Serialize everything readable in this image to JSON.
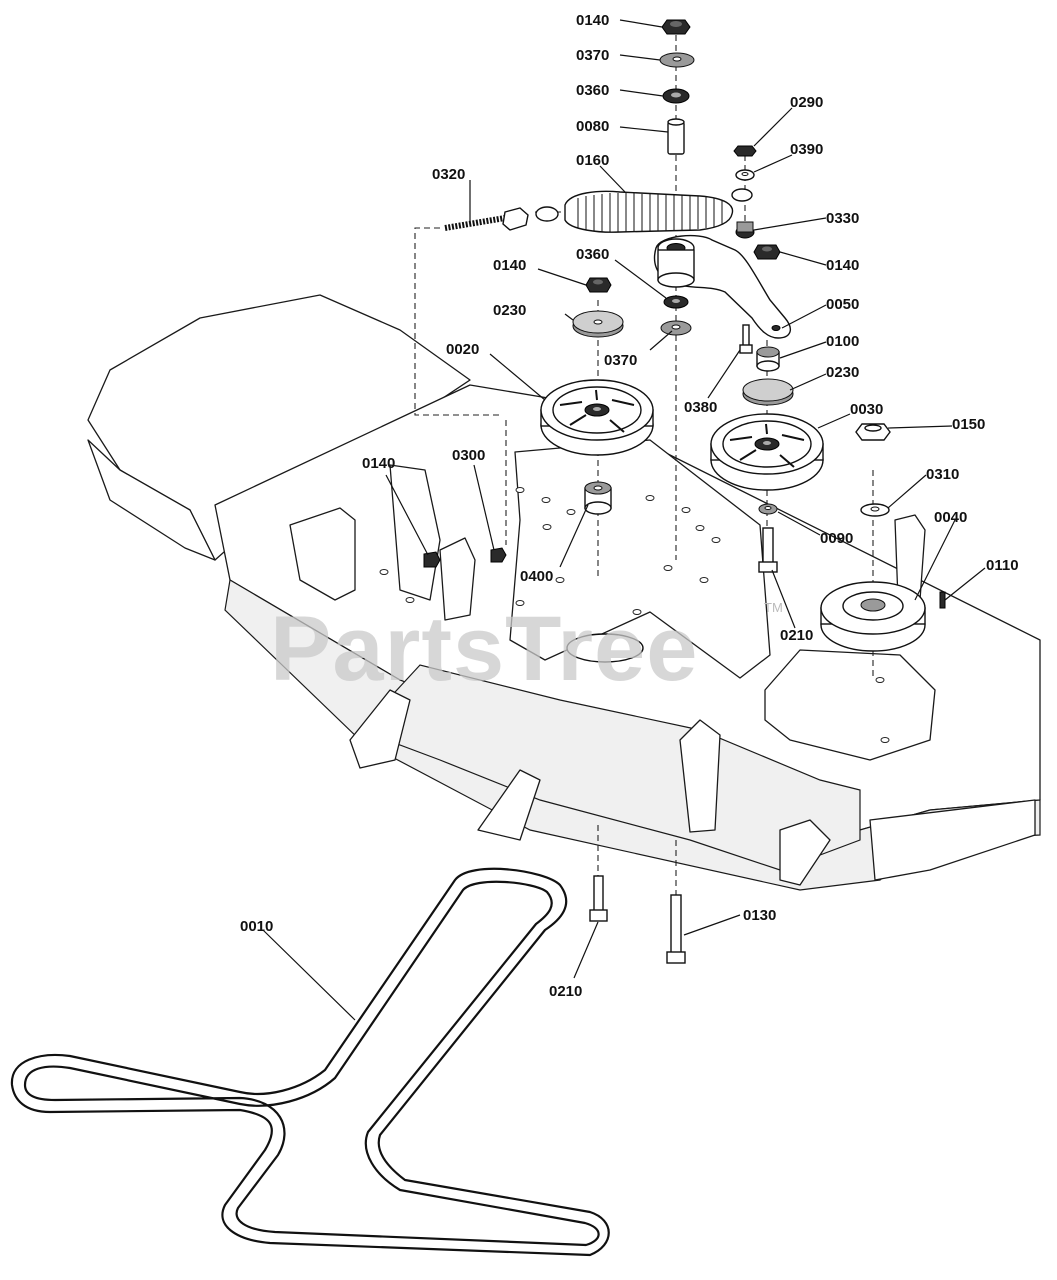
{
  "watermark": {
    "text": "PartsTree",
    "trademark": "TM"
  },
  "callouts": [
    {
      "id": "c1",
      "label": "0140"
    },
    {
      "id": "c2",
      "label": "0370"
    },
    {
      "id": "c3",
      "label": "0360"
    },
    {
      "id": "c4",
      "label": "0080"
    },
    {
      "id": "c5",
      "label": "0290"
    },
    {
      "id": "c6",
      "label": "0390"
    },
    {
      "id": "c7",
      "label": "0160"
    },
    {
      "id": "c8",
      "label": "0320"
    },
    {
      "id": "c9",
      "label": "0330"
    },
    {
      "id": "c10",
      "label": "0360"
    },
    {
      "id": "c11",
      "label": "0140"
    },
    {
      "id": "c12",
      "label": "0140"
    },
    {
      "id": "c13",
      "label": "0050"
    },
    {
      "id": "c14",
      "label": "0230"
    },
    {
      "id": "c15",
      "label": "0370"
    },
    {
      "id": "c16",
      "label": "0100"
    },
    {
      "id": "c17",
      "label": "0020"
    },
    {
      "id": "c18",
      "label": "0230"
    },
    {
      "id": "c19",
      "label": "0380"
    },
    {
      "id": "c20",
      "label": "0030"
    },
    {
      "id": "c21",
      "label": "0150"
    },
    {
      "id": "c22",
      "label": "0300"
    },
    {
      "id": "c23",
      "label": "0140"
    },
    {
      "id": "c24",
      "label": "0310"
    },
    {
      "id": "c25",
      "label": "0040"
    },
    {
      "id": "c26",
      "label": "0090"
    },
    {
      "id": "c27",
      "label": "0110"
    },
    {
      "id": "c28",
      "label": "0400"
    },
    {
      "id": "c29",
      "label": "0210"
    },
    {
      "id": "c30",
      "label": "0010"
    },
    {
      "id": "c31",
      "label": "0130"
    },
    {
      "id": "c32",
      "label": "0210"
    }
  ]
}
